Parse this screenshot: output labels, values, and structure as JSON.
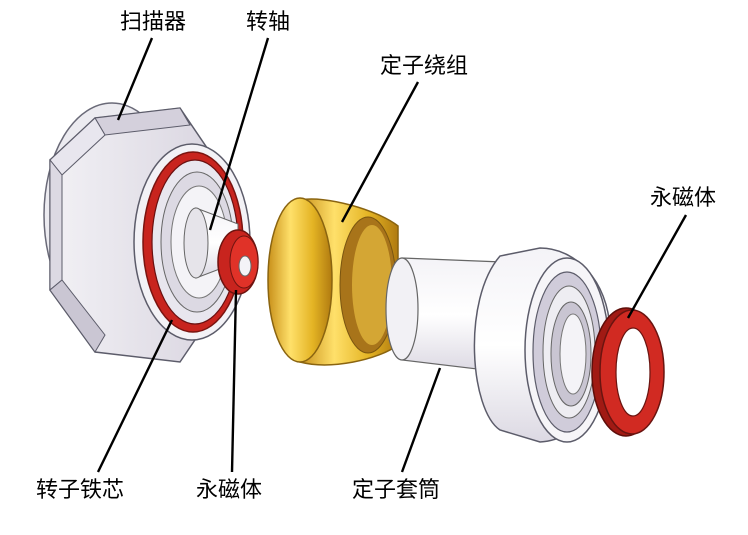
{
  "labels": {
    "scanner": "扫描器",
    "shaft": "转轴",
    "stator_winding": "定子绕组",
    "magnet_right": "永磁体",
    "rotor_core": "转子铁芯",
    "magnet_left": "永磁体",
    "stator_sleeve": "定子套筒"
  },
  "colors": {
    "housing": "#e6e4ea",
    "housing_side": "#cfcbd8",
    "red_ring": "#c8241e",
    "gold": "#e0b020",
    "leader": "#000000"
  }
}
